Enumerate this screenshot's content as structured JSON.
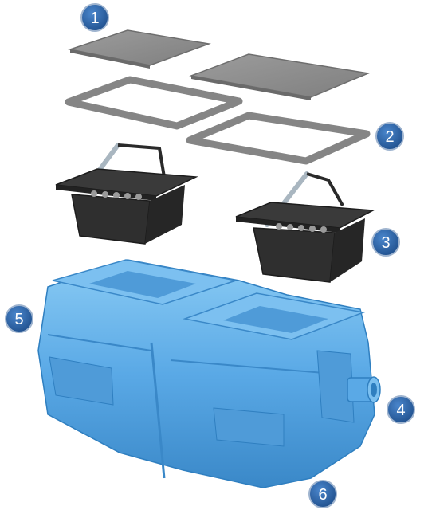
{
  "colors": {
    "lid_fill": "#8f8f8f",
    "lid_edge": "#6e6e6e",
    "frame": "#858585",
    "basket": "#2f2f2f",
    "basket_dark": "#1c1c1c",
    "handle": "#a9b6c0",
    "tank_main": "#5aa9e6",
    "tank_light": "#7cc0f0",
    "tank_dark": "#2f7fc0",
    "badge_fill": "#2b63a8",
    "badge_ring": "#9fb4cf"
  },
  "callouts": [
    {
      "label": "1"
    },
    {
      "label": "2"
    },
    {
      "label": "3"
    },
    {
      "label": "4"
    },
    {
      "label": "5"
    },
    {
      "label": "6"
    }
  ]
}
